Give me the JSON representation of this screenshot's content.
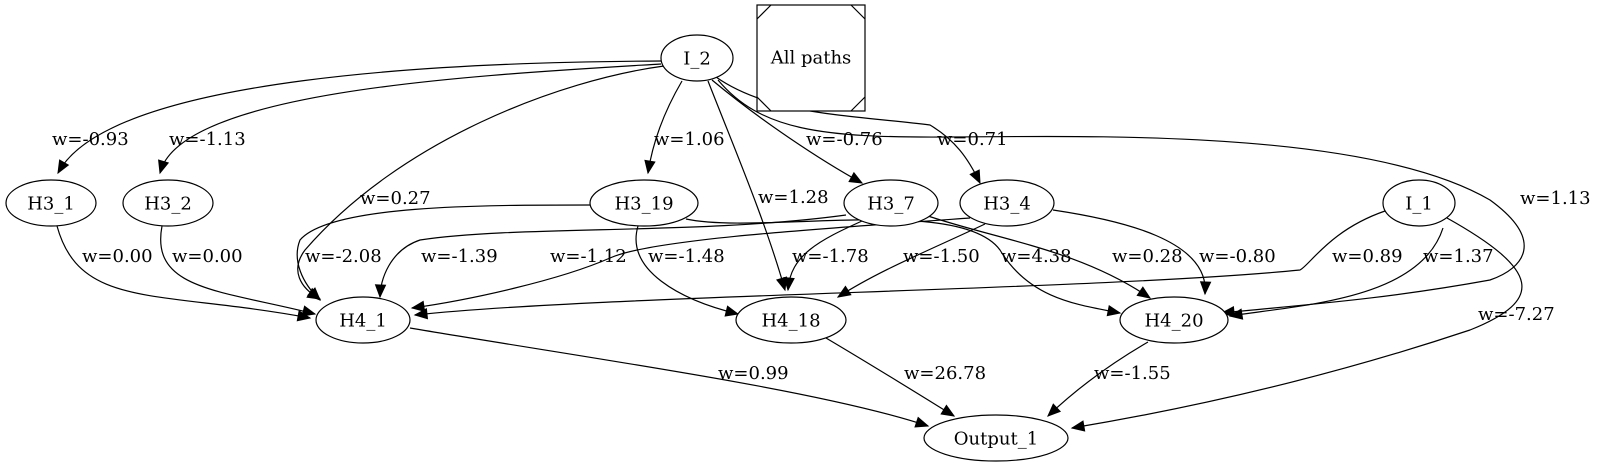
{
  "legend": {
    "label": "All paths"
  },
  "nodes": [
    {
      "id": "I_2",
      "label": "I_2"
    },
    {
      "id": "I_1",
      "label": "I_1"
    },
    {
      "id": "H3_1",
      "label": "H3_1"
    },
    {
      "id": "H3_2",
      "label": "H3_2"
    },
    {
      "id": "H3_19",
      "label": "H3_19"
    },
    {
      "id": "H3_7",
      "label": "H3_7"
    },
    {
      "id": "H3_4",
      "label": "H3_4"
    },
    {
      "id": "H4_1",
      "label": "H4_1"
    },
    {
      "id": "H4_18",
      "label": "H4_18"
    },
    {
      "id": "H4_20",
      "label": "H4_20"
    },
    {
      "id": "Output_1",
      "label": "Output_1"
    }
  ],
  "edges": [
    {
      "from": "I_2",
      "to": "H3_1",
      "label": "w=-0.93"
    },
    {
      "from": "I_2",
      "to": "H3_2",
      "label": "w=-1.13"
    },
    {
      "from": "I_2",
      "to": "H4_1",
      "label": "w=0.27"
    },
    {
      "from": "I_2",
      "to": "H3_19",
      "label": "w=1.06"
    },
    {
      "from": "I_2",
      "to": "H4_18",
      "label": "w=1.28"
    },
    {
      "from": "I_2",
      "to": "H3_7",
      "label": "w=-0.76"
    },
    {
      "from": "I_2",
      "to": "H3_4",
      "label": "w=0.71"
    },
    {
      "from": "I_2",
      "to": "H4_20",
      "label": "w=1.13"
    },
    {
      "from": "H3_1",
      "to": "H4_1",
      "label": "w=0.00"
    },
    {
      "from": "H3_2",
      "to": "H4_1",
      "label": "w=0.00"
    },
    {
      "from": "H3_19",
      "to": "H4_1",
      "label": "w=-2.08"
    },
    {
      "from": "H3_19",
      "to": "H4_18",
      "label": "w=-1.48"
    },
    {
      "from": "H3_19",
      "to": "H4_20",
      "label": "w=4.38"
    },
    {
      "from": "H3_7",
      "to": "H4_1",
      "label": "w=-1.39"
    },
    {
      "from": "H3_7",
      "to": "H4_18",
      "label": "w=-1.78"
    },
    {
      "from": "H3_7",
      "to": "H4_20",
      "label": "w=0.28"
    },
    {
      "from": "H3_4",
      "to": "H4_1",
      "label": "w=-1.12"
    },
    {
      "from": "H3_4",
      "to": "H4_18",
      "label": "w=-1.50"
    },
    {
      "from": "H3_4",
      "to": "H4_20",
      "label": "w=-0.80"
    },
    {
      "from": "I_1",
      "to": "H4_1",
      "label": "w=0.89"
    },
    {
      "from": "I_1",
      "to": "H4_20",
      "label": "w=1.37"
    },
    {
      "from": "I_1",
      "to": "Output_1",
      "label": "w=-7.27"
    },
    {
      "from": "H4_1",
      "to": "Output_1",
      "label": "w=0.99"
    },
    {
      "from": "H4_18",
      "to": "Output_1",
      "label": "w=26.78"
    },
    {
      "from": "H4_20",
      "to": "Output_1",
      "label": "w=-1.55"
    }
  ]
}
